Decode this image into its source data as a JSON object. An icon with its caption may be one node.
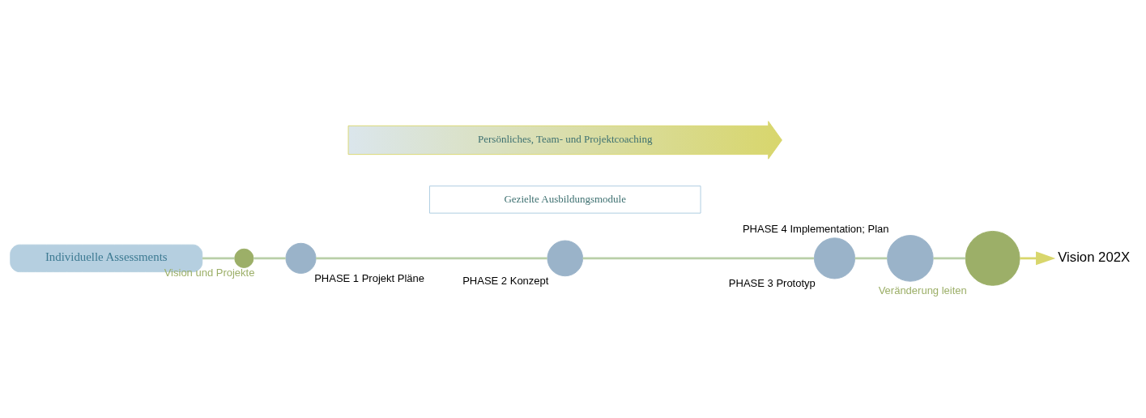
{
  "diagram": {
    "nodes": [
      {
        "text": [
          "Individuelle Assessments"
        ]
      },
      {
        "text": [],
        "shape": "circle",
        "beside": [
          "Vision und Projekte"
        ]
      },
      {
        "text": [],
        "shape": "circle",
        "beside": [
          "PHASE 1 Projekt Pläne"
        ]
      },
      {
        "text": [],
        "shape": "circle",
        "beside": [
          "PHASE 2 Konzept"
        ]
      },
      {
        "text": [],
        "shape": "circle",
        "beside": [
          "PHASE 3 Prototyp"
        ]
      },
      {
        "text": [],
        "shape": "circle",
        "beside": [
          "PHASE 4 Implementation; Plan"
        ]
      },
      {
        "text": [],
        "shape": "circle",
        "beside": [
          "Veränderung leiten"
        ]
      },
      {
        "text": [
          "Vision 202X"
        ]
      },
      {
        "text": [
          "Gezielte Ausbildungsmodule"
        ]
      },
      {
        "text": [
          "Persönliches, Team- und Projektcoaching"
        ]
      }
    ],
    "edges": [
      {
        "from": 0,
        "to": 1,
        "arrow": "none"
      },
      {
        "from": 1,
        "to": 2,
        "arrow": "none"
      },
      {
        "from": 2,
        "to": 3,
        "arrow": "none"
      },
      {
        "from": 3,
        "to": 4,
        "arrow": "none"
      },
      {
        "from": 4,
        "to": 5,
        "arrow": "none"
      },
      {
        "from": 5,
        "to": 6,
        "arrow": "none"
      },
      {
        "from": 6,
        "to": 7,
        "arrow": "to"
      }
    ]
  }
}
